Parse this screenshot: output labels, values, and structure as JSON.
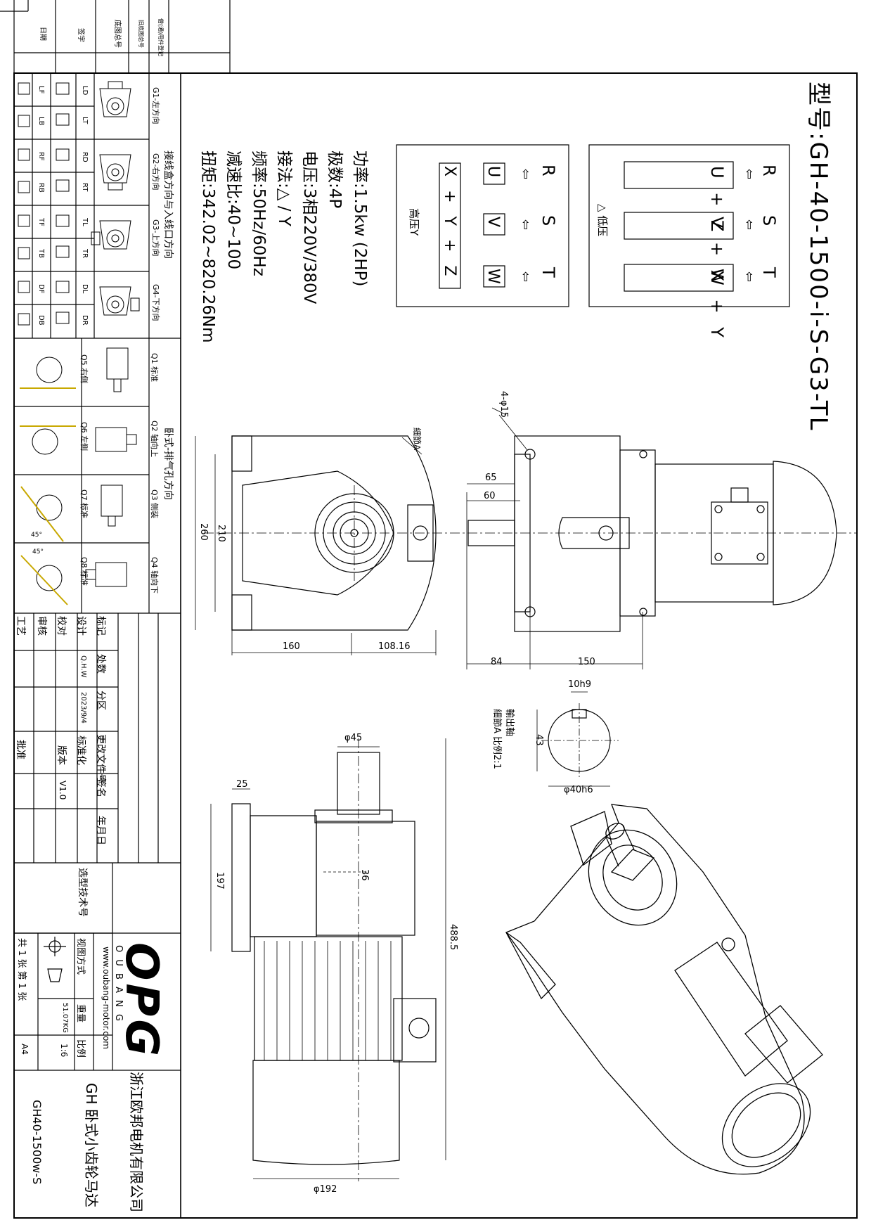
{
  "model": {
    "label": "型号:GH-40-1500-i-S-G3-TL"
  },
  "specs": {
    "power": "功率:1.5kw (2HP)",
    "poles": "极数:4P",
    "voltage": "电压:3相220V/380V",
    "connection": "接法:△ / Y",
    "frequency": "频率:50Hz/60Hz",
    "ratio": "减速比:40~100",
    "torque": "扭矩:342.02~820.26Nm"
  },
  "wiring": {
    "low": {
      "title": "△ 低压",
      "phases": [
        "R",
        "S",
        "T"
      ],
      "terms": [
        "U + Z",
        "V + X",
        "W + Y"
      ]
    },
    "high": {
      "title": "高压Y",
      "phases": [
        "R",
        "S",
        "T"
      ],
      "terms": [
        "U",
        "V",
        "W"
      ],
      "star": "X + Y + Z"
    }
  },
  "dims": {
    "d260": "260",
    "d210": "210",
    "d160": "160",
    "d108": "108.16",
    "d65": "65",
    "d60": "60",
    "d84": "84",
    "d150": "150",
    "holes": "4-φ15",
    "detailA": "細節A",
    "d45": "φ45",
    "d25": "25",
    "d197": "197",
    "d36": "36",
    "d488": "488.5",
    "d192": "φ192",
    "key": "10h9",
    "d43": "43",
    "d40": "φ40h6",
    "shaft_title": "輸出軸",
    "shaft_note": "細節A 比例2:1"
  },
  "orientation": {
    "heading": "接线盒方向与入线口方向",
    "groups": [
      {
        "label": "G1-左方向",
        "codes": [
          "LD",
          "LT",
          "LF",
          "LB"
        ]
      },
      {
        "label": "G2-右方向",
        "codes": [
          "RD",
          "RT",
          "RF",
          "RB"
        ]
      },
      {
        "label": "G3-上方向",
        "codes": [
          "TL",
          "TR",
          "TF",
          "TB"
        ]
      },
      {
        "label": "G4-下方向",
        "codes": [
          "DL",
          "DR",
          "DF",
          "DB"
        ]
      }
    ]
  },
  "mounting": {
    "heading": "卧式-排气孔方向",
    "top": [
      "Q1 标准",
      "Q2 轴向上",
      "Q3 侧装",
      "Q4 轴向下"
    ],
    "bottom": [
      "Q5 右侧",
      "Q6 左侧",
      "Q7 标准",
      "Q8 标准"
    ],
    "angles": [
      "45°",
      "45°"
    ]
  },
  "header_strip": [
    "日期",
    "签字",
    "底图总号",
    "旧底图总号",
    "借(通)用件登记"
  ],
  "titleblock": {
    "row_labels": [
      "标记",
      "设计",
      "校对",
      "审核",
      "工艺"
    ],
    "col_labels": [
      "处数",
      "分区",
      "更改文件号",
      "签名",
      "年月日"
    ],
    "designer": "Q.H.W",
    "date": "2023/9/4",
    "std": "标准化",
    "version_label": "版本",
    "version": "V1.0",
    "approve": "批准",
    "techno": "选型技术号",
    "brand": "OPG",
    "brand_sub": "O U B A N G",
    "website": "www.oubang-motor.com",
    "company": "浙江欧邦电机有限公司",
    "product": "GH 卧式小齿轮马达",
    "drawing_no": "GH40-1500w-S",
    "view_method_label": "视图方式",
    "weight_label": "重量",
    "weight": "51.07KG",
    "scale_label": "比例",
    "scale": "1:6",
    "sheets": "共 1 张 第 1 张",
    "paper": "A4"
  }
}
